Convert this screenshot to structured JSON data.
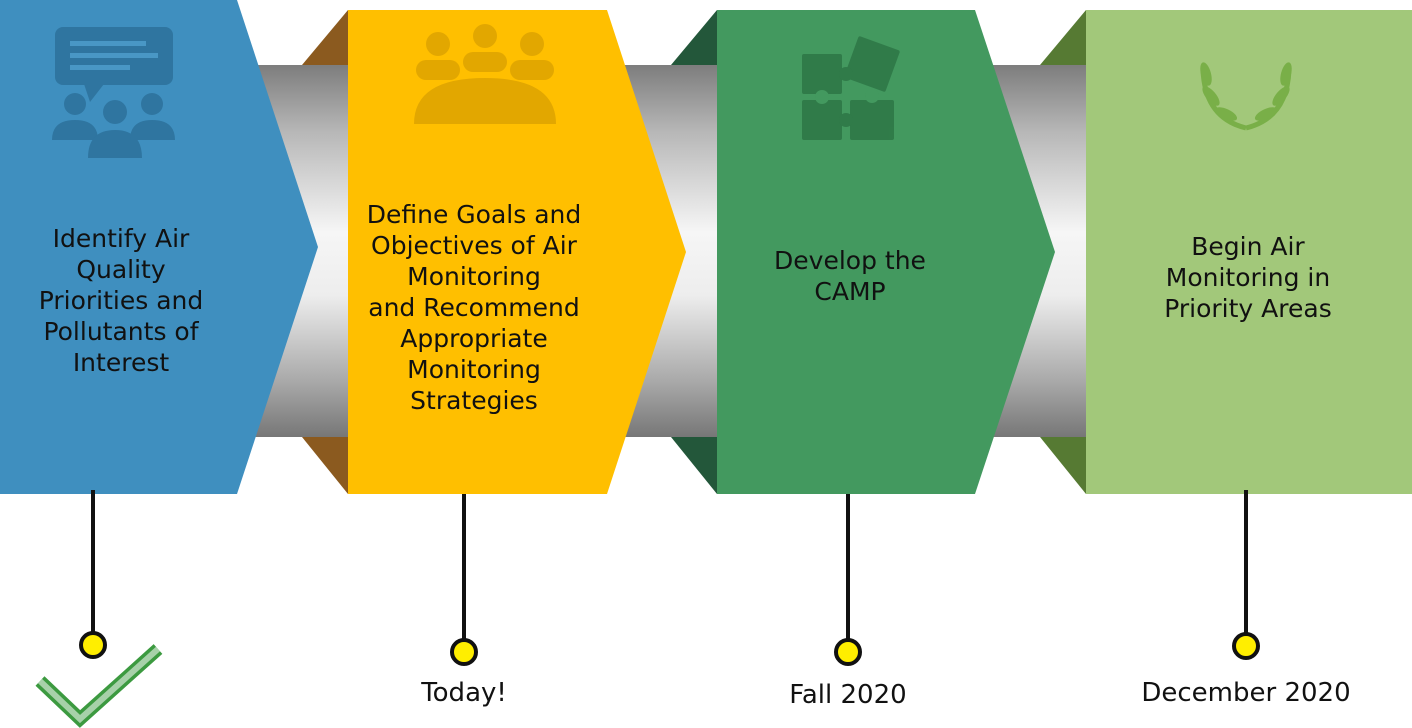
{
  "steps": [
    {
      "id": "identify",
      "text": "Identify Air\nQuality\nPriorities and\nPollutants of\nInterest",
      "icon": "discussion-group-icon",
      "color": "#3f8fbf",
      "status": "complete"
    },
    {
      "id": "define",
      "text": "Define Goals and\nObjectives of Air\nMonitoring\nand Recommend\nAppropriate\nMonitoring\nStrategies",
      "icon": "meeting-table-icon",
      "color": "#ffbf00",
      "date": "Today!"
    },
    {
      "id": "develop",
      "text": "Develop the\nCAMP",
      "icon": "puzzle-icon",
      "color": "#43995f",
      "date": "Fall 2020"
    },
    {
      "id": "begin",
      "text": "Begin Air\nMonitoring in\nPriority Areas",
      "icon": "laurel-icon",
      "color": "#a2c87a",
      "date": "December 2020"
    }
  ],
  "colors": {
    "pipe_dark": "#888888",
    "pipe_light": "#f4f4f4",
    "fold_1": "#8b5a1f",
    "fold_2": "#23573a",
    "fold_3": "#567a33",
    "connector": "#111111",
    "dot": "#ffee00",
    "check": "#3c9a40"
  }
}
